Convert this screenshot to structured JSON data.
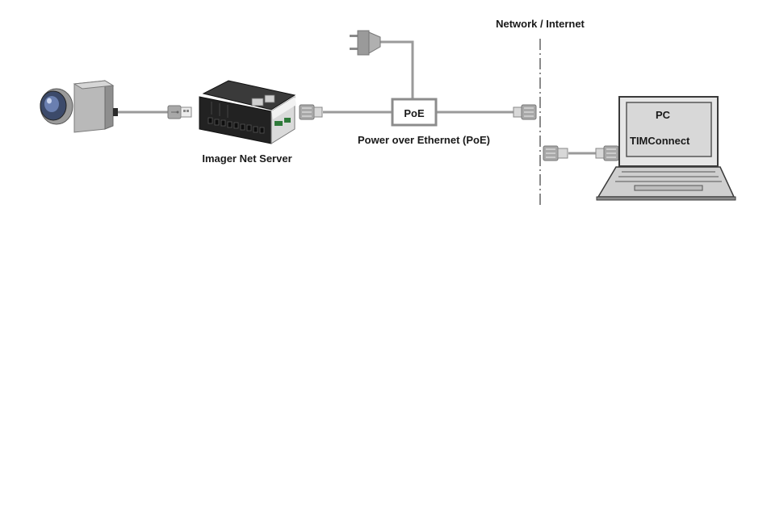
{
  "labels": {
    "network": "Network / Internet",
    "imager_net_server": "Imager Net Server",
    "poe_box": "PoE",
    "poe_caption": "Power over Ethernet (PoE)",
    "pc": "PC",
    "software": "TIMConnect"
  },
  "colors": {
    "cable": "#9a9a9a",
    "connector": "#a8a8a8",
    "divider": "#8a8a8a",
    "poe_border": "#8c8c8c",
    "device_dark": "#2a2a2a",
    "screen_frame": "#3a3a3a",
    "screen_fill": "#d8d8d8"
  },
  "icons": [
    "thermal-camera-icon",
    "usb-plug-icon",
    "net-server-device-icon",
    "rj45-plug-icon",
    "power-plug-icon",
    "laptop-icon"
  ]
}
